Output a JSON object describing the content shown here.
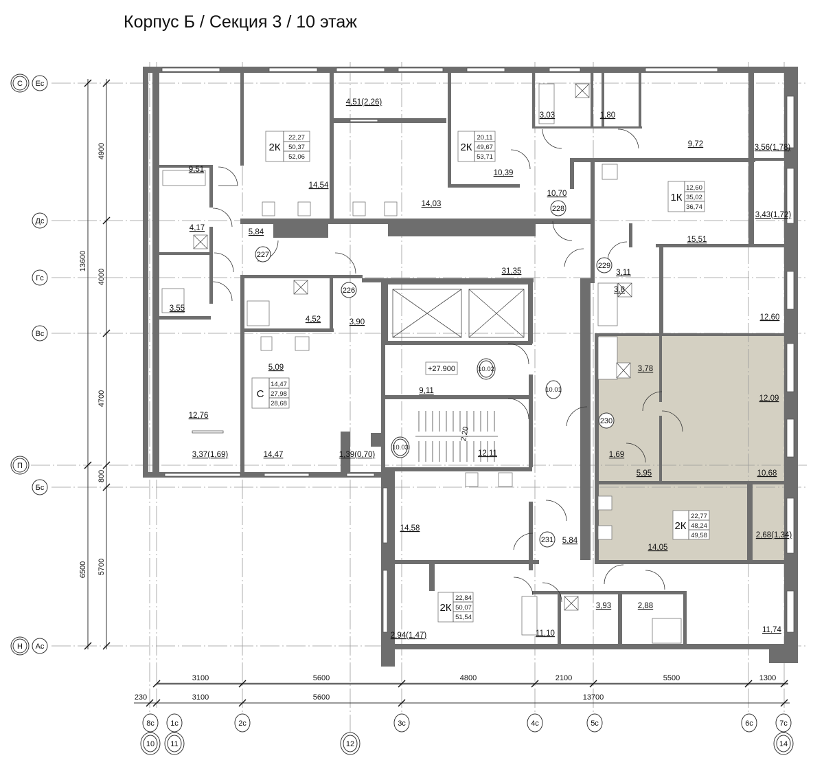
{
  "title": "Корпус Б / Секция 3 / 10 этаж",
  "axes_rows": [
    {
      "main": "С",
      "sec": "Ес"
    },
    {
      "sec": "Дс"
    },
    {
      "sec": "Гс"
    },
    {
      "sec": "Вс"
    },
    {
      "main": "П"
    },
    {
      "sec": "Бс"
    },
    {
      "main": "Н",
      "sec": "Ас"
    }
  ],
  "axes_cols": [
    "8с",
    "1с",
    "2с",
    "3с",
    "4с",
    "5с",
    "6с",
    "7с"
  ],
  "axes_cols_main": [
    "10",
    "11",
    "12",
    "14"
  ],
  "dims_left_outer": [
    "13600",
    "6500"
  ],
  "dims_left_inner": [
    "4900",
    "4000",
    "4700",
    "800",
    "5700"
  ],
  "dims_bottom_upper": [
    "3100",
    "5600",
    "4800",
    "2100",
    "5500",
    "1300"
  ],
  "dims_bottom_lower": [
    "230",
    "3100",
    "5600",
    "13700"
  ],
  "rooms": [
    "9,51",
    "14,54",
    "4,51(2,26)",
    "14,03",
    "10,39",
    "3,03",
    "1,80",
    "9,72",
    "3,56(1,78)",
    "10,70",
    "3,43(1,72)",
    "15,51",
    "4,17",
    "5,84",
    "31,35",
    "3,11",
    "3,8",
    "3,55",
    "4,52",
    "3,90",
    "12,60",
    "5,09",
    "3,78",
    "9,11",
    "12,09",
    "12,76",
    "12,11",
    "1,69",
    "3,37(1,69)",
    "14,47",
    "1,39(0,70)",
    "5,95",
    "10,68",
    "14,58",
    "5,84",
    "14,05",
    "2,68(1,34)",
    "3,93",
    "2,88",
    "11,10",
    "2,94(1,47)",
    "11,74"
  ],
  "room_numbers": [
    "227",
    "226",
    "228",
    "229",
    "230",
    "231",
    "10.01"
  ],
  "tech_rooms": [
    "10.02",
    "10.03"
  ],
  "elevation_mark": "+27.900",
  "stair_label": "2,20",
  "apartments": [
    {
      "type": "2К",
      "living": "22,27",
      "total": "50,37",
      "gross": "52,06"
    },
    {
      "type": "2К",
      "living": "20,11",
      "total": "49,67",
      "gross": "53,71"
    },
    {
      "type": "1К",
      "living": "12,60",
      "total": "35,02",
      "gross": "36,74"
    },
    {
      "type": "С",
      "living": "14,47",
      "total": "27,98",
      "gross": "28,68"
    },
    {
      "type": "2К",
      "living": "22,77",
      "total": "48,24",
      "gross": "49,58",
      "highlighted": true
    },
    {
      "type": "2К",
      "living": "22,84",
      "total": "50,07",
      "gross": "51,54"
    }
  ],
  "colors": {
    "wall": "#6e6e6e",
    "highlight": "#d4d0c2"
  }
}
